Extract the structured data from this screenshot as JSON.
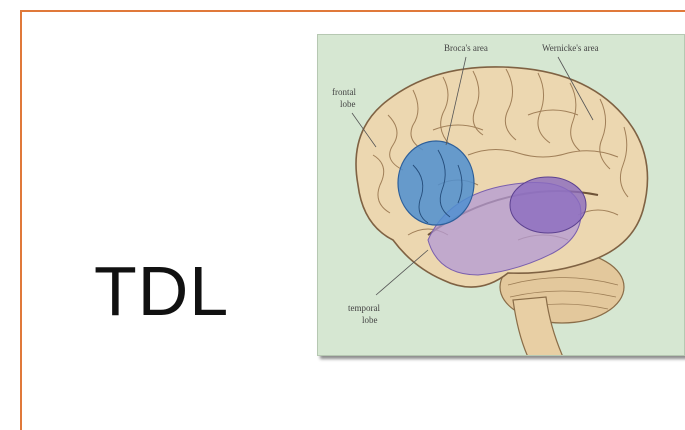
{
  "slide": {
    "title": "TDL",
    "frame_color": "#e0793a"
  },
  "figure": {
    "background": "#d6e7d2",
    "labels": {
      "broca": "Broca's area",
      "wernicke": "Wernicke's area",
      "frontal_line1": "frontal",
      "frontal_line2": "lobe",
      "temporal_line1": "temporal",
      "temporal_line2": "lobe"
    },
    "region_colors": {
      "broca": "#4f8fd0",
      "wernicke": "#8b6bbf",
      "temporal": "#b39ad6",
      "brain": "#ecd7b0"
    }
  }
}
